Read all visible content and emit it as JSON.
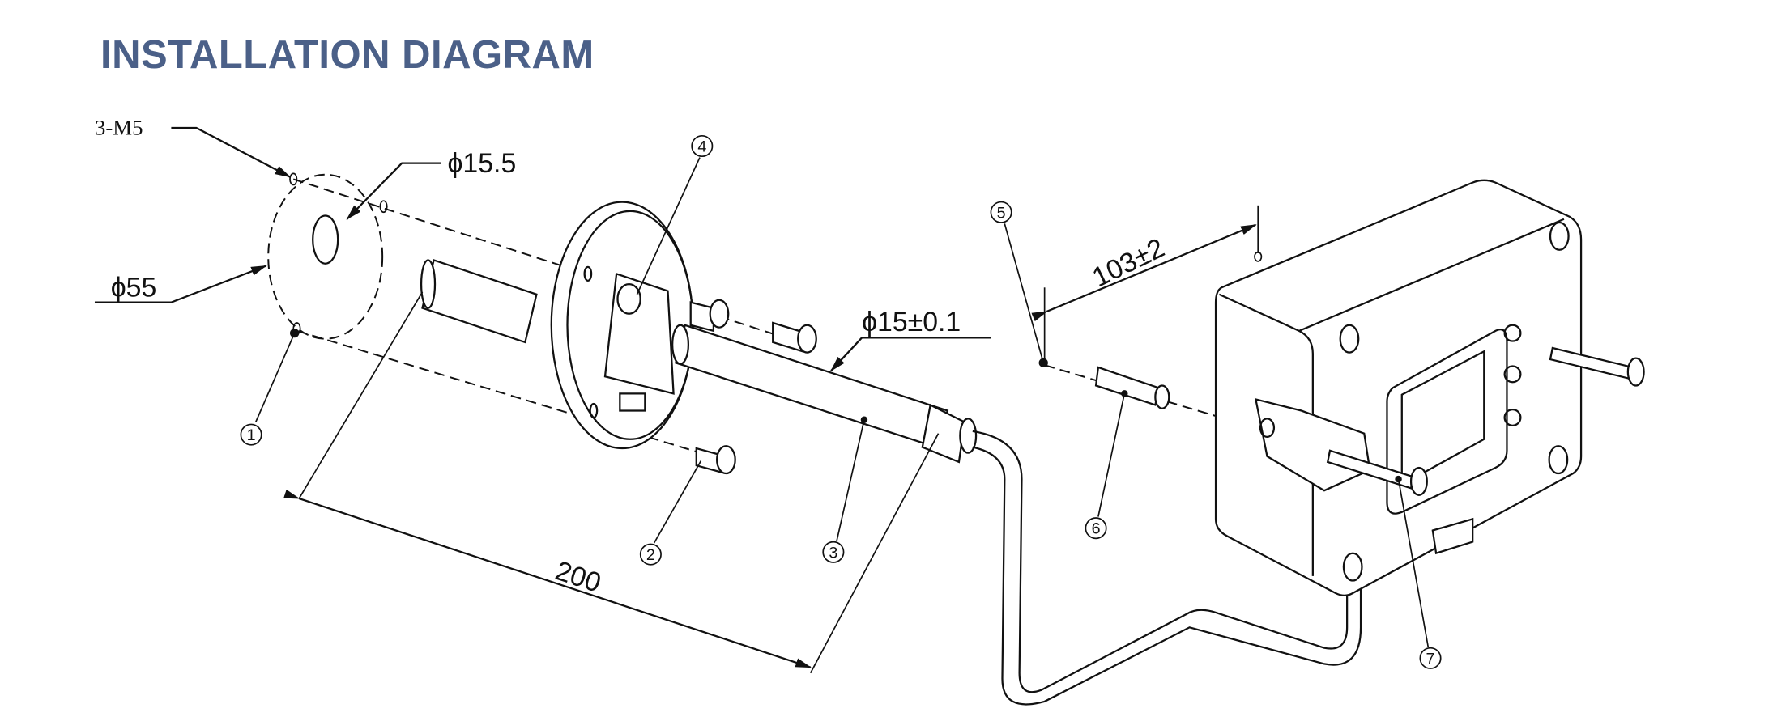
{
  "title": "INSTALLATION DIAGRAM",
  "colors": {
    "title": "#4b6088",
    "line": "#111111"
  },
  "dimensions": {
    "holes": "3-M5",
    "center_hole": "ϕ15.5",
    "plate_diameter": "ϕ55",
    "tube_diameter": "ϕ15±0.1",
    "probe_length": "200",
    "mount_spacing": "103±2"
  },
  "callouts": [
    "1",
    "2",
    "3",
    "4",
    "5",
    "6",
    "7"
  ]
}
